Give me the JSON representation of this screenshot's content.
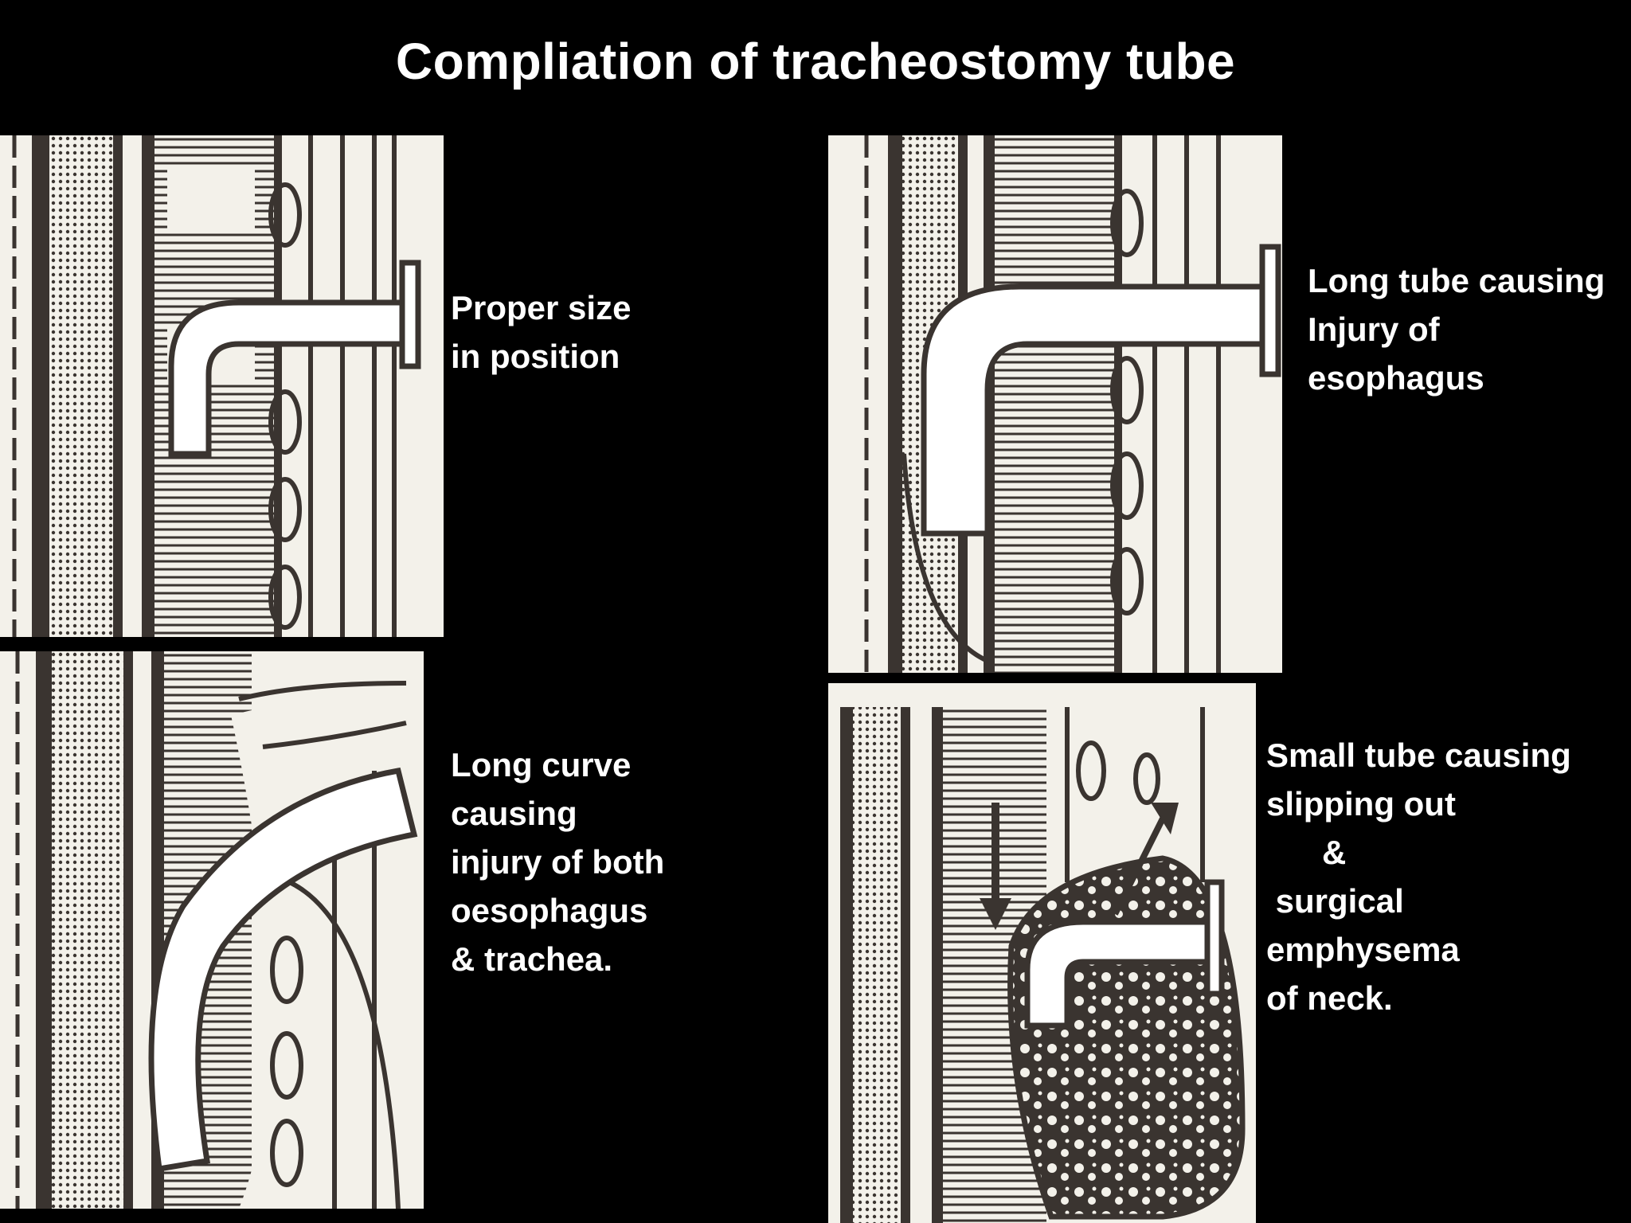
{
  "slide": {
    "title": "Compliation of tracheostomy  tube",
    "background_color": "#000000",
    "text_color": "#ffffff",
    "panel_paper_color": "#f3f1ea",
    "ink_color": "#3a3430"
  },
  "panels": [
    {
      "id": "proper-size",
      "caption_lines": [
        "Proper size",
        "in position"
      ]
    },
    {
      "id": "long-tube",
      "caption_lines": [
        "Long tube causing",
        "Injury of",
        "esophagus"
      ]
    },
    {
      "id": "long-curve",
      "caption_lines": [
        "Long curve",
        "causing",
        "injury of both",
        "oesophagus",
        "& trachea."
      ]
    },
    {
      "id": "small-tube",
      "caption_lines": [
        "Small tube causing",
        "slipping out",
        "      &",
        " surgical",
        "emphysema",
        "of neck."
      ]
    }
  ]
}
